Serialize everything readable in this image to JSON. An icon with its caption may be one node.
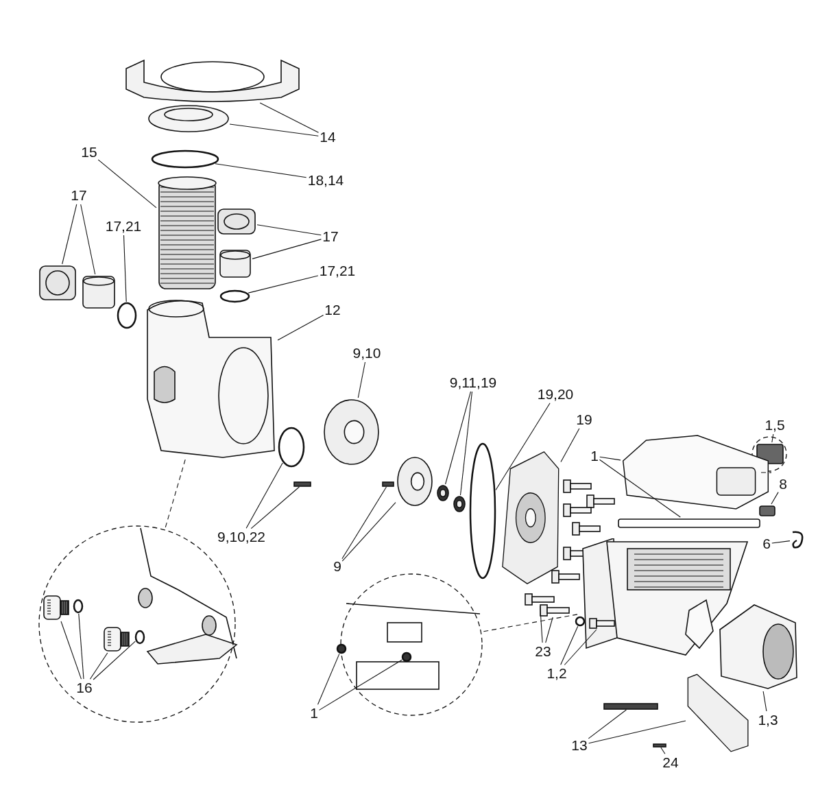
{
  "diagram": {
    "nodes": [
      {
        "text": [
          "14"
        ]
      },
      {
        "text": [],
        "shape": "picture"
      },
      {
        "text": [],
        "shape": "picture"
      },
      {
        "text": [
          "18,14"
        ]
      },
      {
        "text": [],
        "shape": "circle"
      },
      {
        "text": [
          "15"
        ]
      },
      {
        "text": [],
        "shape": "picture"
      },
      {
        "text": [
          "17"
        ]
      },
      {
        "text": [],
        "shape": "picture"
      },
      {
        "text": [],
        "shape": "picture"
      },
      {
        "text": [
          "17,21"
        ]
      },
      {
        "text": [],
        "shape": "circle"
      },
      {
        "text": [
          "17"
        ]
      },
      {
        "text": [],
        "shape": "picture"
      },
      {
        "text": [],
        "shape": "picture"
      },
      {
        "text": [
          "17,21"
        ]
      },
      {
        "text": [],
        "shape": "circle"
      },
      {
        "text": [
          "12"
        ]
      },
      {
        "text": [],
        "shape": "picture"
      },
      {
        "text": [
          "9,10"
        ]
      },
      {
        "text": [],
        "shape": "picture"
      },
      {
        "text": [
          "9,11,19"
        ]
      },
      {
        "text": [],
        "shape": "picture"
      },
      {
        "text": [],
        "shape": "picture"
      },
      {
        "text": [
          "19,20"
        ]
      },
      {
        "text": [],
        "shape": "circle"
      },
      {
        "text": [
          "19"
        ]
      },
      {
        "text": [],
        "shape": "picture"
      },
      {
        "text": [
          "1,5"
        ]
      },
      {
        "text": [],
        "shape": "box",
        "in": 67
      },
      {
        "text": [
          "1"
        ]
      },
      {
        "text": [],
        "shape": "picture"
      },
      {
        "text": [],
        "shape": "box"
      },
      {
        "text": [
          "8"
        ]
      },
      {
        "text": [],
        "shape": "box"
      },
      {
        "text": [
          "6"
        ]
      },
      {
        "text": [],
        "shape": "picture"
      },
      {
        "text": [
          "9,10,22"
        ]
      },
      {
        "text": [],
        "shape": "circle"
      },
      {
        "text": [],
        "shape": "bar"
      },
      {
        "text": [
          "9"
        ]
      },
      {
        "text": [],
        "shape": "bar"
      },
      {
        "text": [],
        "shape": "picture"
      },
      {
        "text": [
          "23"
        ]
      },
      {
        "text": [],
        "shape": "picture"
      },
      {
        "text": [],
        "shape": "picture"
      },
      {
        "text": [
          "1,2"
        ]
      },
      {
        "text": [],
        "shape": "circle"
      },
      {
        "text": [],
        "shape": "picture"
      },
      {
        "text": [
          "1,3"
        ]
      },
      {
        "text": [],
        "shape": "picture"
      },
      {
        "text": [
          "13"
        ]
      },
      {
        "text": [],
        "shape": "picture"
      },
      {
        "text": [],
        "shape": "bar"
      },
      {
        "text": [
          "24"
        ]
      },
      {
        "text": [],
        "shape": "bar"
      },
      {
        "text": [
          "16"
        ],
        "in": 64
      },
      {
        "text": [],
        "shape": "picture",
        "in": 64
      },
      {
        "text": [],
        "shape": "circle",
        "in": 64
      },
      {
        "text": [],
        "shape": "picture",
        "in": 64
      },
      {
        "text": [],
        "shape": "circle",
        "in": 64
      },
      {
        "text": [
          "1"
        ]
      },
      {
        "text": [],
        "shape": "circle",
        "in": 65
      },
      {
        "text": [],
        "shape": "circle",
        "in": 65
      },
      {
        "text": [],
        "shape": "circle"
      },
      {
        "text": [],
        "shape": "circle"
      },
      {
        "text": [],
        "shape": "picture"
      },
      {
        "text": [],
        "shape": "circle"
      }
    ],
    "edges": [
      {
        "from": 0,
        "to": 1,
        "arrow": "none"
      },
      {
        "from": 0,
        "to": 2,
        "arrow": "none"
      },
      {
        "from": 3,
        "to": 4,
        "arrow": "none"
      },
      {
        "from": 5,
        "to": 6,
        "arrow": "none"
      },
      {
        "from": 7,
        "to": 8,
        "arrow": "none"
      },
      {
        "from": 7,
        "to": 9,
        "arrow": "none"
      },
      {
        "from": 10,
        "to": 11,
        "arrow": "none"
      },
      {
        "from": 12,
        "to": 13,
        "arrow": "none"
      },
      {
        "from": 12,
        "to": 14,
        "arrow": "none"
      },
      {
        "from": 15,
        "to": 16,
        "arrow": "none"
      },
      {
        "from": 17,
        "to": 18,
        "arrow": "none"
      },
      {
        "from": 19,
        "to": 20,
        "arrow": "none"
      },
      {
        "from": 21,
        "to": 22,
        "arrow": "none"
      },
      {
        "from": 21,
        "to": 23,
        "arrow": "none"
      },
      {
        "from": 24,
        "to": 25,
        "arrow": "none"
      },
      {
        "from": 26,
        "to": 27,
        "arrow": "none"
      },
      {
        "from": 28,
        "to": 29,
        "arrow": "none"
      },
      {
        "from": 30,
        "to": 31,
        "arrow": "none"
      },
      {
        "from": 30,
        "to": 32,
        "arrow": "none"
      },
      {
        "from": 33,
        "to": 34,
        "arrow": "none"
      },
      {
        "from": 35,
        "to": 36,
        "arrow": "none"
      },
      {
        "from": 37,
        "to": 38,
        "arrow": "none"
      },
      {
        "from": 37,
        "to": 39,
        "arrow": "none"
      },
      {
        "from": 40,
        "to": 41,
        "arrow": "none"
      },
      {
        "from": 40,
        "to": 42,
        "arrow": "none"
      },
      {
        "from": 43,
        "to": 44,
        "arrow": "none"
      },
      {
        "from": 43,
        "to": 45,
        "arrow": "none"
      },
      {
        "from": 46,
        "to": 47,
        "arrow": "none"
      },
      {
        "from": 46,
        "to": 48,
        "arrow": "none"
      },
      {
        "from": 49,
        "to": 50,
        "arrow": "none"
      },
      {
        "from": 51,
        "to": 53,
        "arrow": "none"
      },
      {
        "from": 51,
        "to": 52,
        "arrow": "none"
      },
      {
        "from": 54,
        "to": 55,
        "arrow": "none"
      },
      {
        "from": 56,
        "to": 57,
        "arrow": "none"
      },
      {
        "from": 56,
        "to": 58,
        "arrow": "none"
      },
      {
        "from": 56,
        "to": 59,
        "arrow": "none"
      },
      {
        "from": 56,
        "to": 60,
        "arrow": "none"
      },
      {
        "from": 61,
        "to": 62,
        "arrow": "none"
      },
      {
        "from": 61,
        "to": 63,
        "arrow": "none"
      },
      {
        "from": 64,
        "to": 18,
        "arrow": "none",
        "style": "dashed"
      },
      {
        "from": 65,
        "to": 66,
        "arrow": "none",
        "style": "dashed"
      },
      {
        "from": 67,
        "to": 31,
        "arrow": "none",
        "style": "dashed"
      }
    ]
  }
}
